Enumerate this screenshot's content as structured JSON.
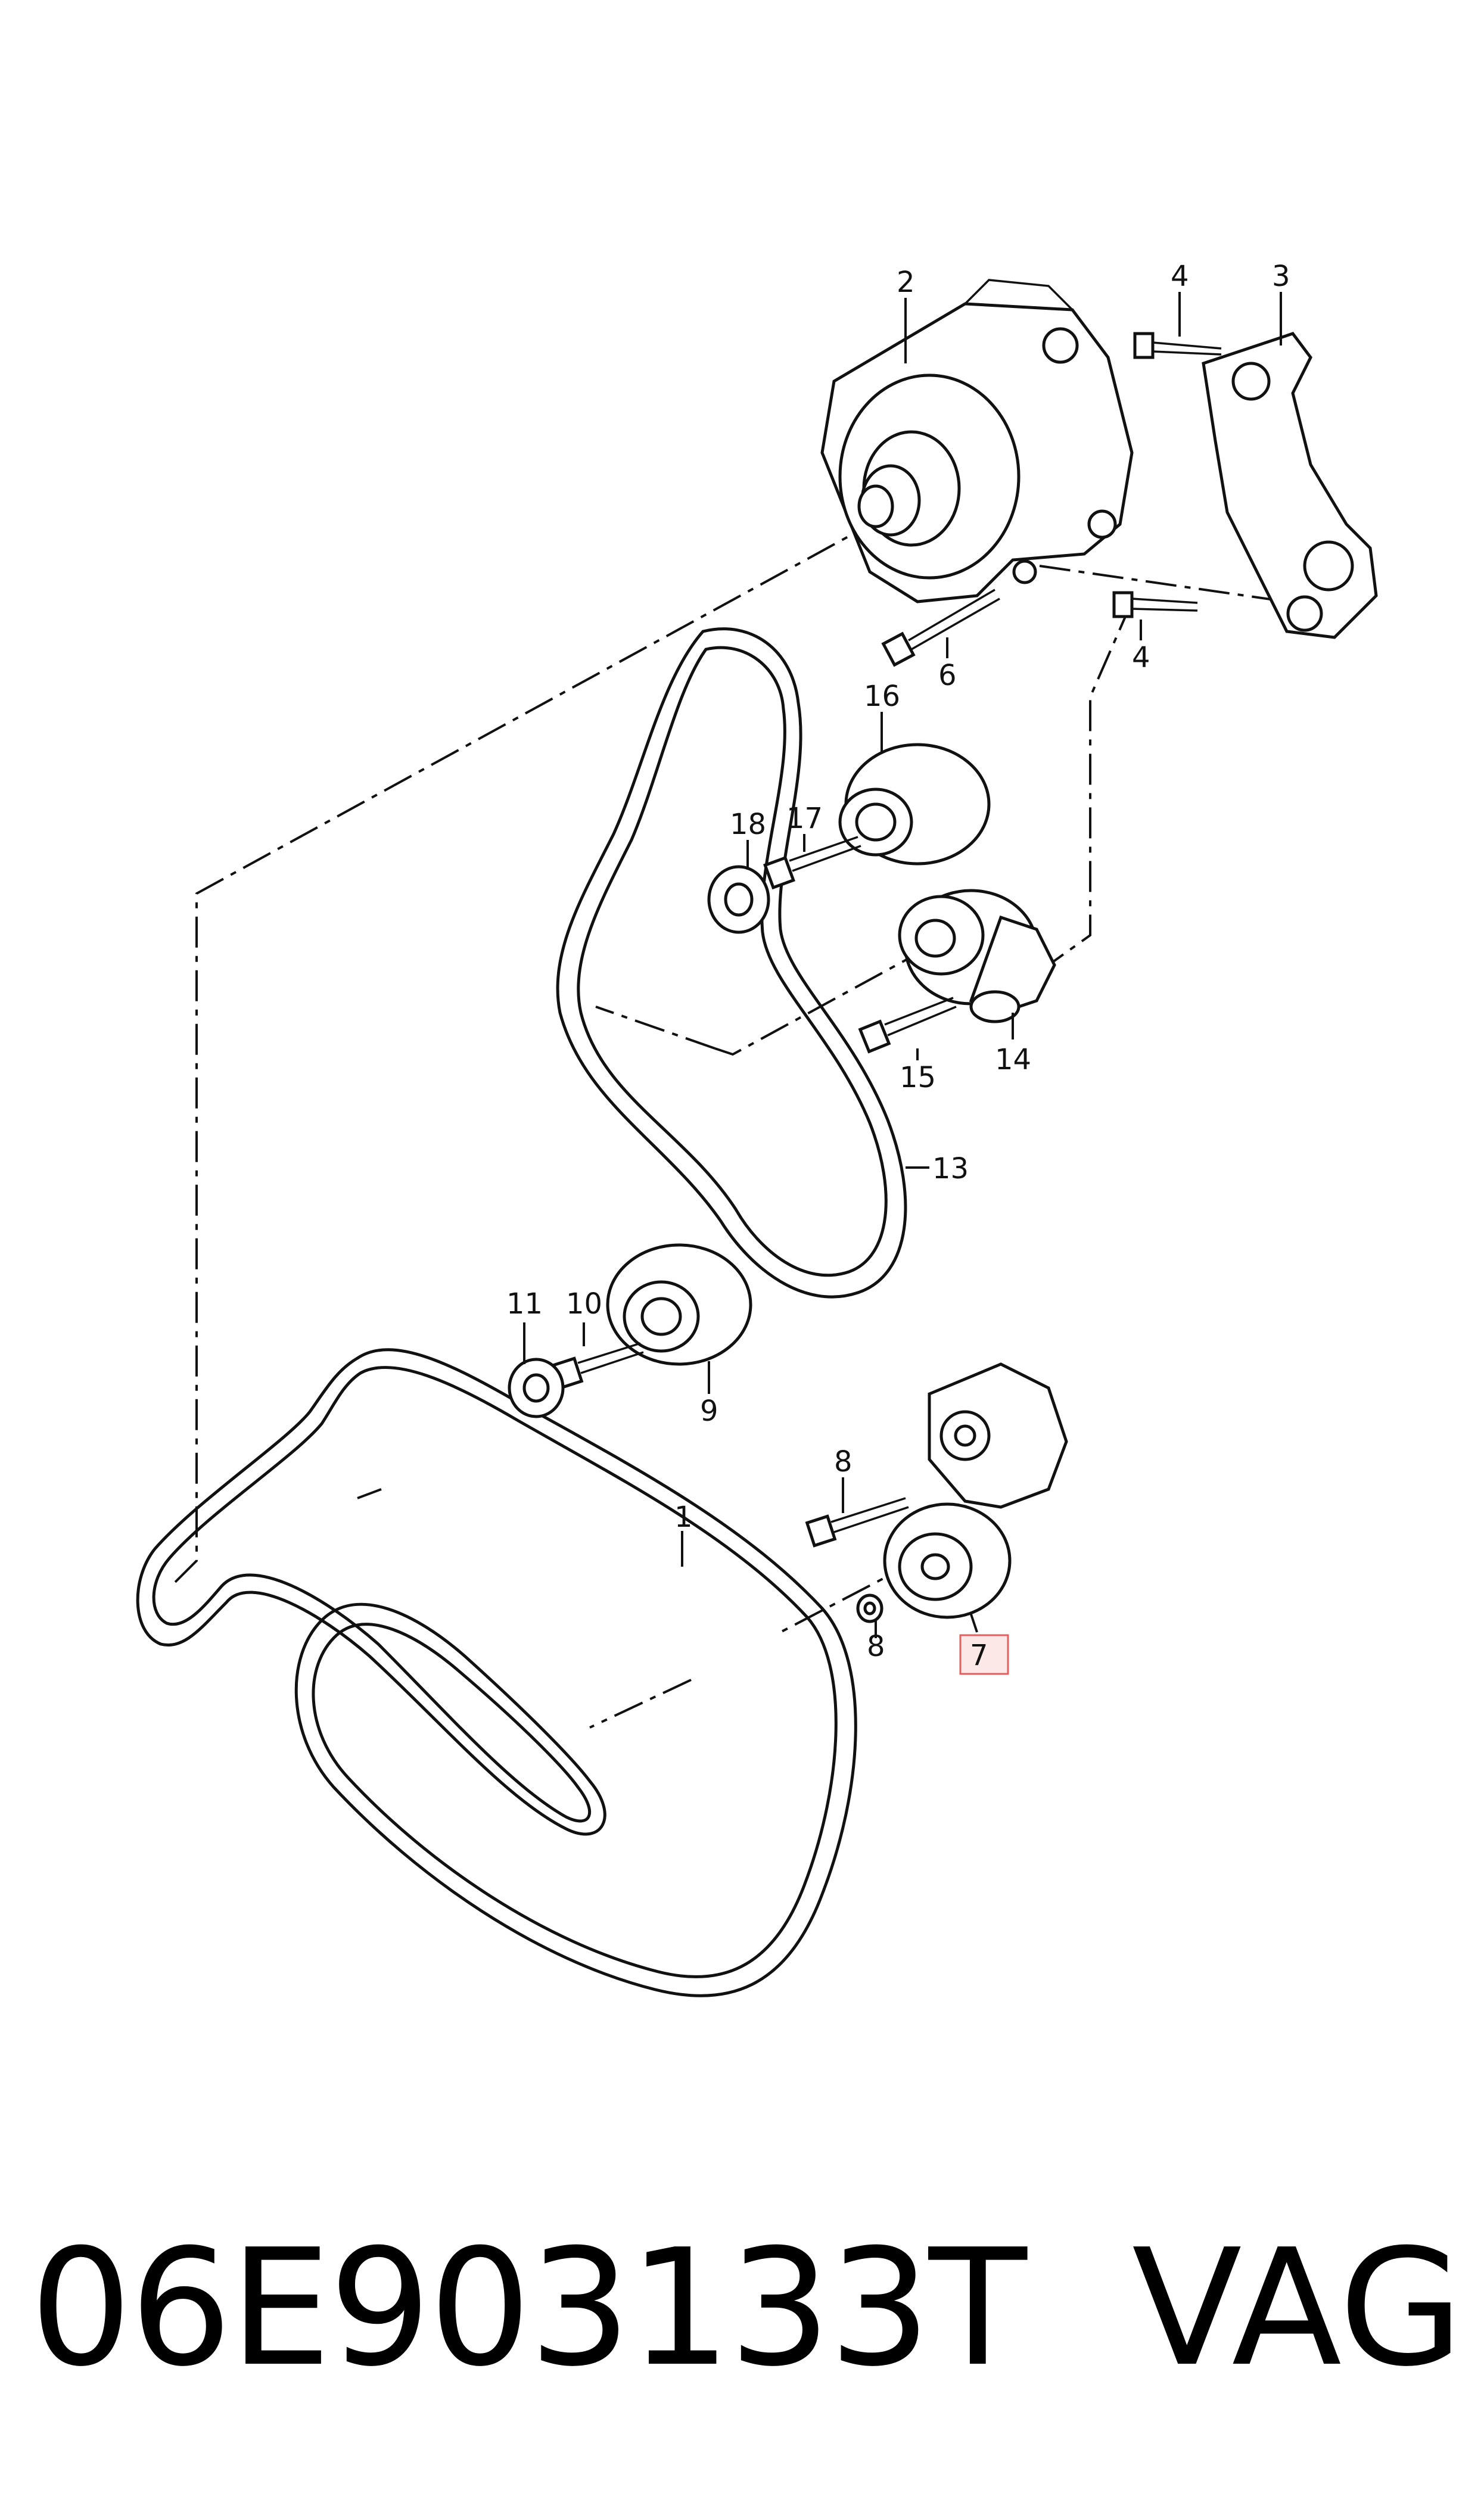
{
  "callouts": {
    "c1": "1",
    "c2": "2",
    "c3": "3",
    "c4a": "4",
    "c4b": "4",
    "c6": "6",
    "c7": "7",
    "c8a": "8",
    "c8b": "8",
    "c9": "9",
    "c10": "10",
    "c11": "11",
    "c13": "13",
    "c14": "14",
    "c15": "15",
    "c16": "16",
    "c17": "17",
    "c18": "18"
  },
  "highlight": {
    "callout": "7",
    "color": "#e06060"
  },
  "caption": {
    "part_number": "06E903133T",
    "brand": "VAG"
  }
}
